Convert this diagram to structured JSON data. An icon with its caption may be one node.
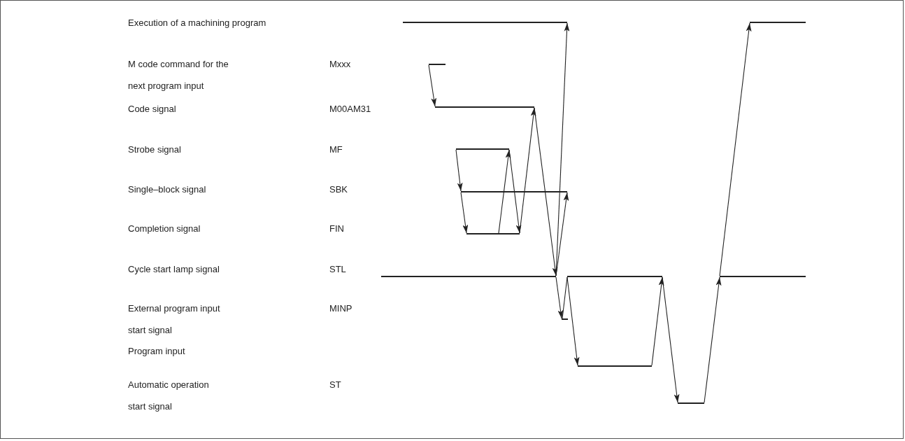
{
  "diagram": {
    "nodes": [
      {
        "text": [],
        "shape": "line"
      },
      {
        "text": [],
        "shape": "line"
      },
      {
        "text": [],
        "shape": "line"
      },
      {
        "text": [],
        "shape": "line"
      },
      {
        "text": [],
        "shape": "line"
      },
      {
        "text": [],
        "shape": "line"
      },
      {
        "text": [],
        "shape": "line"
      },
      {
        "text": [],
        "shape": "line"
      },
      {
        "text": [],
        "shape": "line"
      },
      {
        "text": [],
        "shape": "line"
      },
      {
        "text": [],
        "shape": "line"
      },
      {
        "text": [],
        "shape": "line"
      },
      {
        "text": [],
        "shape": "line"
      }
    ],
    "edges": [
      {
        "from": 2,
        "to": 3,
        "arrow": "to"
      },
      {
        "from": 4,
        "to": 5,
        "arrow": "to"
      },
      {
        "from": 5,
        "to": 6,
        "arrow": "to"
      },
      {
        "from": 6,
        "to": 4,
        "arrow": "to"
      },
      {
        "from": 4,
        "to": 6,
        "arrow": "to"
      },
      {
        "from": 6,
        "to": 3,
        "arrow": "to"
      },
      {
        "from": 3,
        "to": 7,
        "arrow": "to"
      },
      {
        "from": 7,
        "to": 5,
        "arrow": "to"
      },
      {
        "from": 7,
        "to": 0,
        "arrow": "to"
      },
      {
        "from": 7,
        "to": 10,
        "arrow": "to"
      },
      {
        "from": 10,
        "to": 8,
        "arrow": "none"
      },
      {
        "from": 8,
        "to": 11,
        "arrow": "to"
      },
      {
        "from": 11,
        "to": 8,
        "arrow": "to"
      },
      {
        "from": 8,
        "to": 12,
        "arrow": "to"
      },
      {
        "from": 12,
        "to": 9,
        "arrow": "to"
      },
      {
        "from": 9,
        "to": 1,
        "arrow": "to"
      }
    ],
    "labels": [
      "Execution of a machining program",
      "M code command for the next program input",
      "Mxxx",
      "Code signal",
      "M00AM31",
      "Strobe signal",
      "MF",
      "Single–block signal",
      "SBK",
      "Completion signal",
      "FIN",
      "Cycle start lamp signal",
      "STL",
      "External program input start signal",
      "MINP",
      "Program input",
      "Automatic operation start signal",
      "ST"
    ]
  }
}
